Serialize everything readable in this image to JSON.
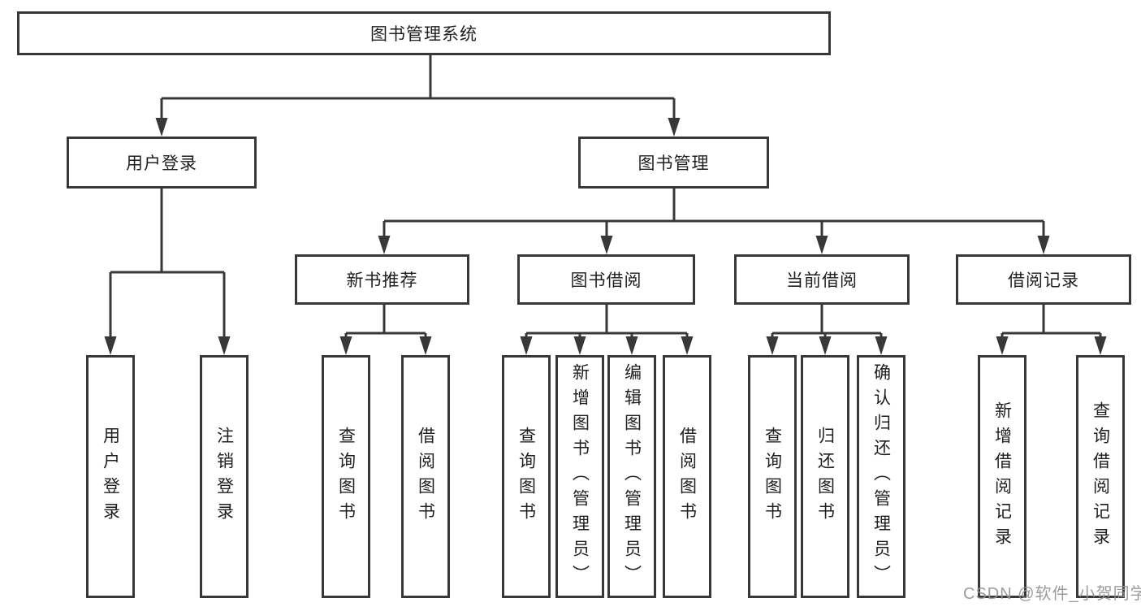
{
  "diagram": {
    "type": "function-structure-tree",
    "colors": {
      "line": "#383838",
      "box_border": "#383838",
      "text": "#1f1f1f",
      "background": "#ffffff",
      "watermark": "#949494"
    },
    "tree": {
      "label": "图书管理系统",
      "children": [
        {
          "label": "用户登录",
          "children": [
            {
              "label": "用户登录"
            },
            {
              "label": "注销登录"
            }
          ]
        },
        {
          "label": "图书管理",
          "children": [
            {
              "label": "新书推荐",
              "children": [
                {
                  "label": "查询图书"
                },
                {
                  "label": "借阅图书"
                }
              ]
            },
            {
              "label": "图书借阅",
              "children": [
                {
                  "label": "查询图书"
                },
                {
                  "label": "新增图书（管理员）"
                },
                {
                  "label": "编辑图书（管理员）"
                },
                {
                  "label": "借阅图书"
                }
              ]
            },
            {
              "label": "当前借阅",
              "children": [
                {
                  "label": "查询图书"
                },
                {
                  "label": "归还图书"
                },
                {
                  "label": "确认归还（管理员）"
                }
              ]
            },
            {
              "label": "借阅记录",
              "children": [
                {
                  "label": "新增借阅记录"
                },
                {
                  "label": "查询借阅记录"
                }
              ]
            }
          ]
        }
      ]
    },
    "watermark": {
      "text": "CSDN @软件_小贺同学"
    }
  }
}
